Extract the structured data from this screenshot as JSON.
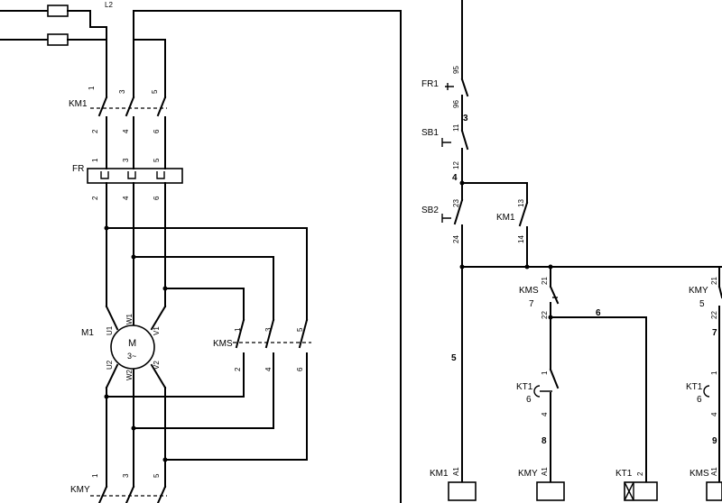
{
  "power_circuit": {
    "breaker_label": "",
    "terminal_label": "L2",
    "km1": {
      "label": "KM1",
      "pins_top": [
        "1",
        "3",
        "5"
      ],
      "pins_bottom": [
        "2",
        "4",
        "6"
      ]
    },
    "fr": {
      "label": "FR",
      "pins_top": [
        "1",
        "3",
        "5"
      ],
      "pins_bottom": [
        "2",
        "4",
        "6"
      ]
    },
    "motor": {
      "label": "M1",
      "symbol": "M",
      "phase": "3~",
      "terminals": [
        "U1",
        "W1",
        "V1",
        "U2",
        "W2",
        "V2"
      ]
    },
    "kms": {
      "label": "KMS",
      "pins_top": [
        "1",
        "3",
        "5"
      ],
      "pins_bottom": [
        "2",
        "4",
        "6"
      ]
    },
    "kmy": {
      "label": "KMY",
      "pins_top": [
        "1",
        "3",
        "5"
      ]
    }
  },
  "control_circuit": {
    "fr1": {
      "label": "FR1",
      "pins": [
        "95",
        "96"
      ]
    },
    "sb1": {
      "label": "SB1",
      "pins": [
        "11",
        "12"
      ]
    },
    "sb2": {
      "label": "SB2",
      "pins": [
        "23",
        "24"
      ]
    },
    "km1_aux": {
      "label": "KM1",
      "pins": [
        "13",
        "14"
      ]
    },
    "kms_aux": {
      "label": "KMS",
      "num": "7",
      "pins": [
        "21",
        "22"
      ]
    },
    "kmy_aux": {
      "label": "KMY",
      "num": "5",
      "pins": [
        "21",
        "22"
      ]
    },
    "kt1_a": {
      "label": "KT1",
      "num": "6",
      "pins": [
        "1",
        "4"
      ]
    },
    "kt1_b": {
      "label": "KT1",
      "num": "6",
      "pins": [
        "1",
        "4"
      ]
    },
    "nodes": [
      "3",
      "4",
      "5",
      "6",
      "7",
      "8",
      "9"
    ],
    "coils": [
      {
        "label": "KM1",
        "pin": "A1"
      },
      {
        "label": "KMY",
        "pin": "A1"
      },
      {
        "label": "KT1",
        "pin": "2"
      },
      {
        "label": "KMS",
        "pin": "A1"
      }
    ]
  }
}
